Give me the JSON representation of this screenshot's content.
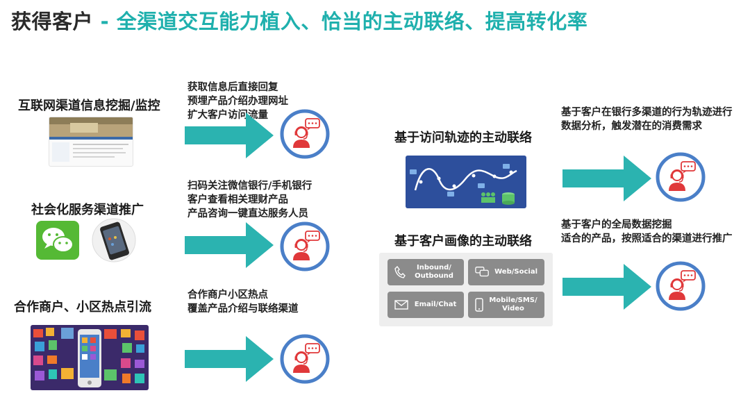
{
  "title": {
    "prefix": "获得客户",
    "dash": "-",
    "main": "全渠道交互能力植入、恰当的主动联络、提高转化率"
  },
  "left": {
    "rows": [
      {
        "label": "互联网渠道信息挖掘/监控",
        "desc": [
          "获取信息后直接回复",
          "预埋产品介绍办理网址",
          "扩大客户访问流量"
        ]
      },
      {
        "label": "社会化服务渠道推广",
        "desc": [
          "扫码关注微信银行/手机银行",
          "客户查看相关理财产品",
          "产品咨询一键直达服务人员"
        ]
      },
      {
        "label": "合作商户、小区热点引流",
        "desc": [
          "合作商户小区热点",
          "覆盖产品介绍与联络渠道"
        ]
      }
    ]
  },
  "right": {
    "block1": {
      "label": "基于访问轨迹的主动联络",
      "desc": [
        "基于客户在银行多渠道的行为轨迹进行",
        "数据分析，触发潜在的消费需求"
      ]
    },
    "block2": {
      "label": "基于客户画像的主动联络",
      "desc": [
        "基于客户的全局数据挖掘",
        "适合的产品，按照适合的渠道进行推广"
      ],
      "channels": [
        "Inbound/\nOutbound",
        "Web/Social",
        "Email/Chat",
        "Mobile/SMS/\nVideo"
      ]
    }
  },
  "colors": {
    "teal": "#2bb3b0",
    "blue_ring": "#4a7fc8",
    "agent_red": "#e0383a",
    "title_teal": "#1fb0ad"
  }
}
